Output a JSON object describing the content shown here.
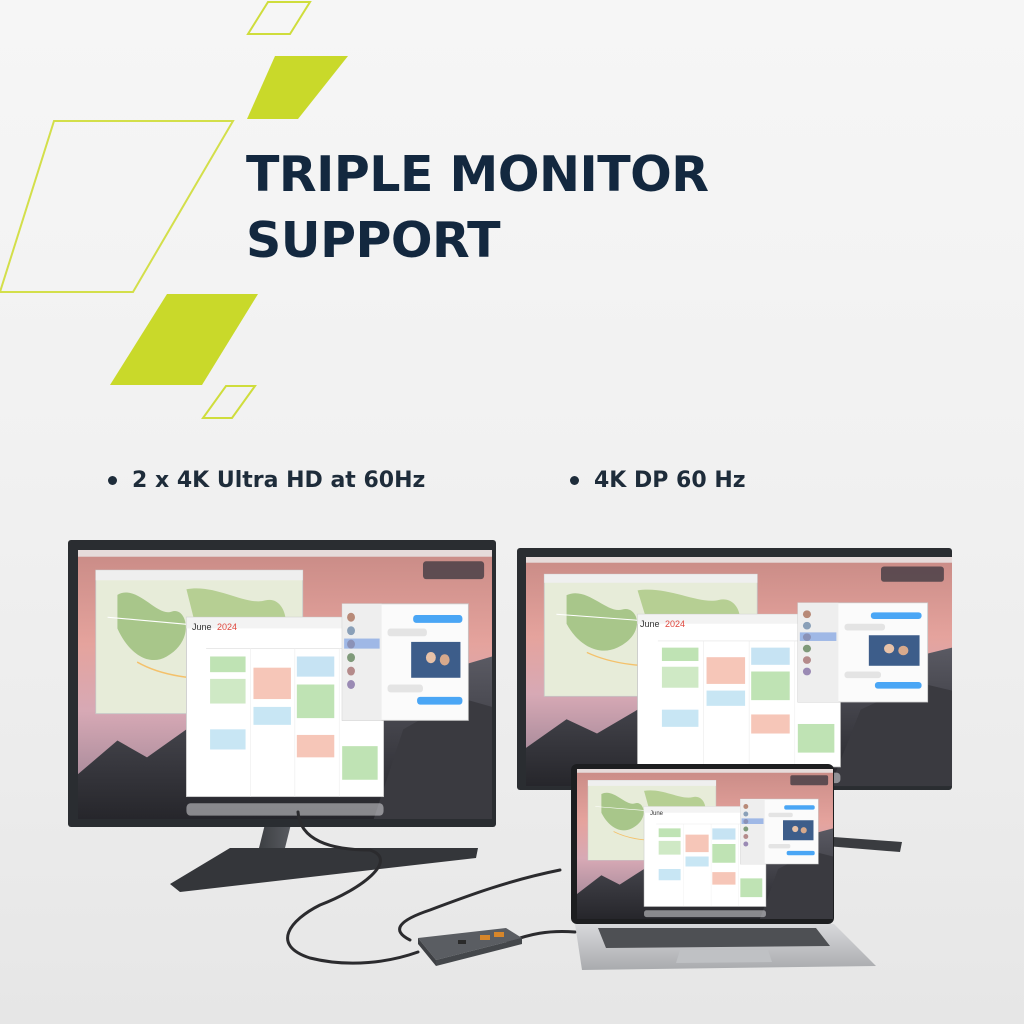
{
  "headline": {
    "line1": "TRIPLE MONITOR",
    "line2": "SUPPORT"
  },
  "bullets": [
    {
      "text": "2 x 4K Ultra HD at 60Hz"
    },
    {
      "text": "4K DP 60 Hz"
    }
  ],
  "screen_content": {
    "calendar_month": "June",
    "calendar_year": "2024",
    "laptop_calendar_month": "June"
  },
  "colors": {
    "accent_lime": "#c9d92a",
    "headline_navy": "#13283f",
    "monitor_bezel": "#2a2d31"
  }
}
